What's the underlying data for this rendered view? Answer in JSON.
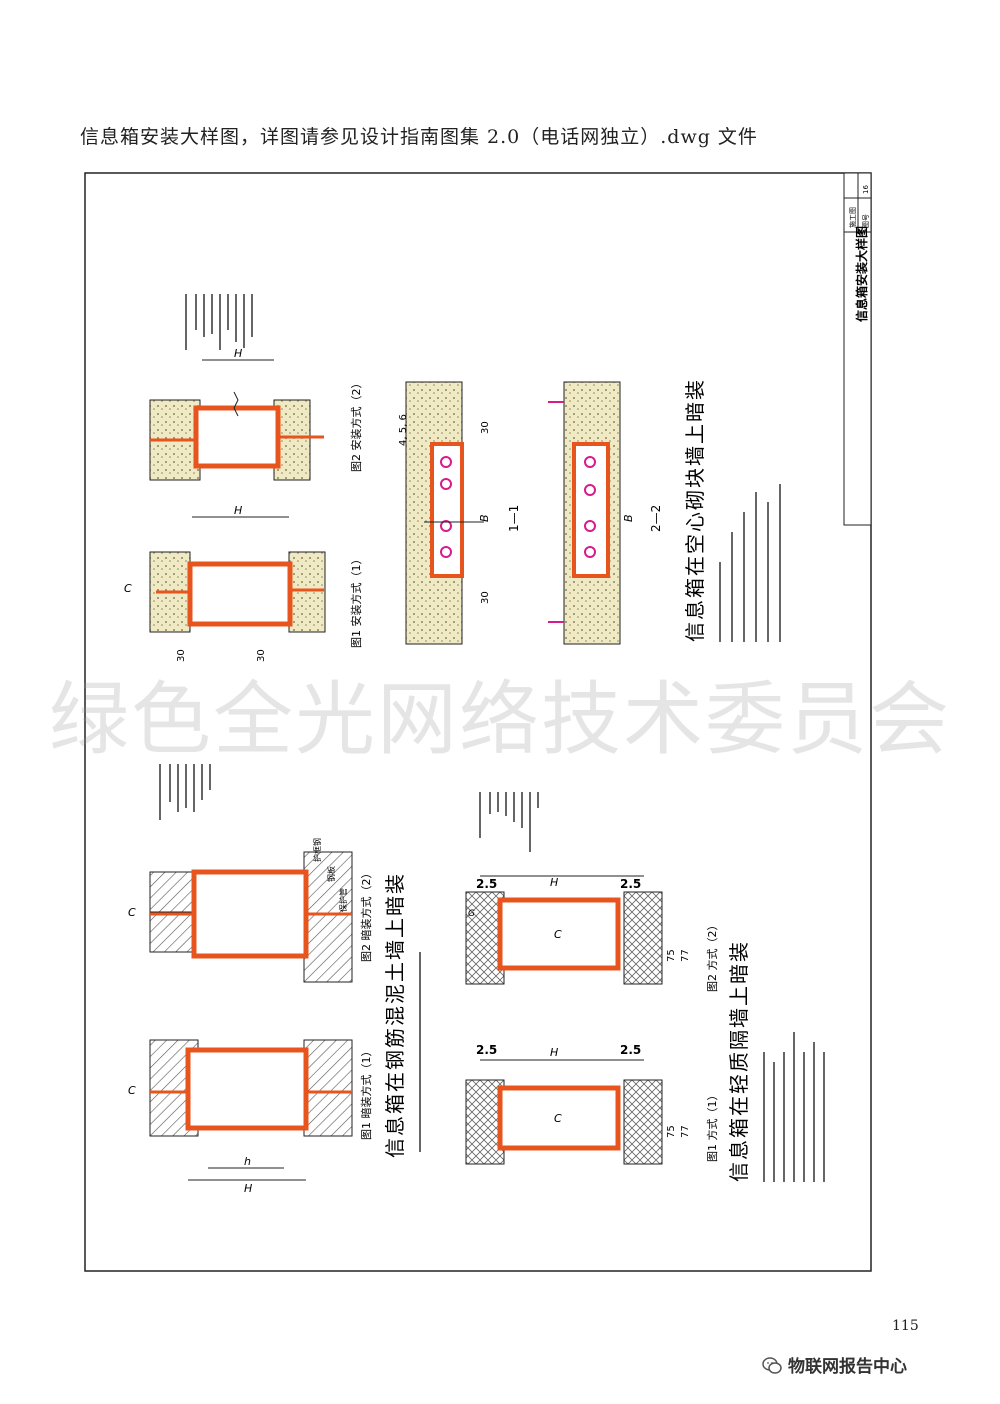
{
  "caption": "信息箱安装大样图，详图请参见设计指南图集 2.0（电话网独立）.dwg 文件",
  "drawing": {
    "title_block": {
      "main_title": "信息箱安装大样图",
      "sheet_label": "图号",
      "sheet_no": "16",
      "chapter": "施工图"
    },
    "sections": {
      "solid_block": {
        "title": "信息箱在空心砌块墙上暗装",
        "fig1_caption": "图1 安装方式（1）",
        "fig2_caption": "图2 安装方式（2）",
        "section_11": "1—1",
        "section_22": "2—2",
        "dim_h": "H",
        "dim_b": "B",
        "dim_c": "C",
        "dim_30": "30",
        "dim_456": "4, 5, 6"
      },
      "concrete": {
        "title": "信息箱在钢筋混泥土墙上暗装",
        "fig1_caption": "图1 暗装方式（1）",
        "fig2_caption": "图2 暗装方式（2）",
        "label_guard_pipe": "护框钢",
        "label_protect_pipe": "保护管",
        "label_steel": "钢板",
        "dim_h": "H",
        "dim_h_lower": "h",
        "dim_c": "C"
      },
      "light_wall": {
        "title": "信息箱在轻质隔墙上暗装",
        "fig1_caption": "图1 方式（1）",
        "fig2_caption": "图2 方式（2）",
        "dim_25": "2.5",
        "dim_h": "H",
        "dim_c": "C",
        "dim_75": "75",
        "dim_77": "77",
        "dim_g": "G"
      }
    }
  },
  "watermark": "绿色全光网络技术委员会",
  "page_number": "115",
  "footer_brand": "物联网报告中心",
  "colors": {
    "box_stroke": "#e8541e",
    "line": "#222222",
    "wall_fill": "#efe9c4",
    "hatch": "#777777",
    "pink": "#d81b8c"
  }
}
